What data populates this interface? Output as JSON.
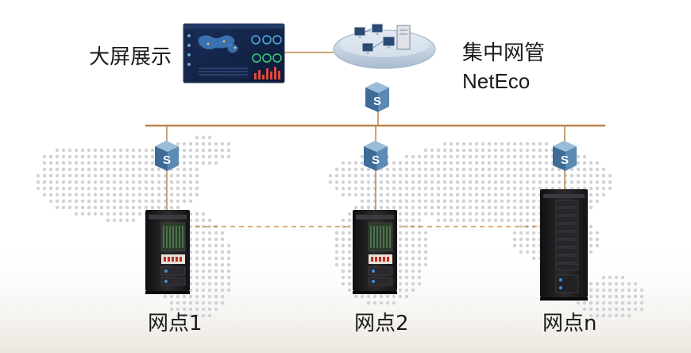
{
  "labels": {
    "screen": "大屏展示",
    "central": "集中网管",
    "netec": "NetEco",
    "site1": "网点1",
    "site2": "网点2",
    "siten": "网点n"
  },
  "switch_glyph": "S",
  "colors": {
    "bus_line": "#b9864a",
    "dashed_link": "#c8904f",
    "switch_face": "#4f7fa9",
    "switch_top": "#8fb4d3",
    "cloud": "#c9d6e3",
    "map_dots": "#cfd2d6",
    "cabinet": "#1d1d1f"
  }
}
